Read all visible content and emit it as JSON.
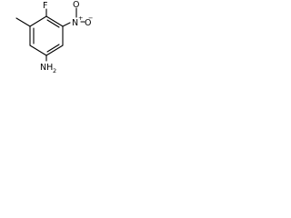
{
  "molecule": {
    "atoms": {
      "fluorine": "F",
      "nitro_nitrogen": "N",
      "nitro_nitrogen_charge": "+",
      "nitro_oxygen_top": "O",
      "nitro_oxygen_right": "O",
      "nitro_oxygen_charge": "−",
      "amine": "NH",
      "amine_subscript": "2"
    }
  }
}
